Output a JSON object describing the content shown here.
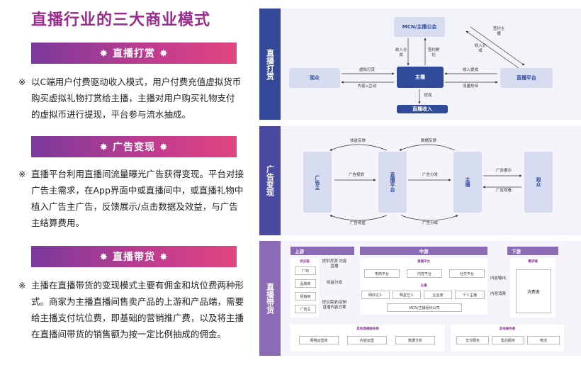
{
  "main_title": "直播行业的三大商业模式",
  "sections": [
    {
      "title": "✸ 直播打赏 ✸",
      "mark": "※",
      "text": "以C端用户付费驱动收入模式，用户付费充值虚拟货币购买虚拟礼物打赏给主播，主播对用户购买礼物支付 的虚拟币进行提现，平台参与流水抽成。"
    },
    {
      "title": "✸ 广告变现 ✸",
      "mark": "※",
      "text": "直播平台利用直播间流量曝光广告获得变现。平台对接广告主需求，在App界面中或直播间中，或直播礼物中植入广告主广告，反馈展示/点击数据及效益，与广告主结算费用。"
    },
    {
      "title": "✸ 直播带货 ✸",
      "mark": "※",
      "text": "主播在直播带货的变现模式主要有佣金和坑位费两种形式。商家为主播直播间售卖产品的上游和产品端，需要给主播支付坑位费，即基础的营销推广费，以及将主播在直播间带货的销售额为按一定比例抽成的佣金。"
    }
  ],
  "colors": {
    "panel1": "#34499a",
    "panel2": "#5a4a9e",
    "panel3": "#8b6bb5",
    "dark_box": "#2f4b9a",
    "light_box": "#d7dcf0"
  },
  "panel1": {
    "label": "直播打赏",
    "mcn": "MCN/主播公会",
    "viewer": "观众",
    "anchor": "主播",
    "platform": "直播平台",
    "income": "直播收入",
    "edges": {
      "mcn_share": "收入分成",
      "mcn_hatch": "签约孵化",
      "platform_sign": "签约主播",
      "platform_share": "收入分成",
      "gift": "虚拟打赏",
      "content": "内容+互动",
      "provide": "收入提成",
      "traffic": "流量扶持",
      "withdraw": "提现"
    }
  },
  "panel2": {
    "label": "广告变现",
    "advertiser": "广告主",
    "platform": "直播平台",
    "anchor": "主播",
    "audience": "观众",
    "edges": {
      "effect": "效益反馈",
      "data": "数据反馈",
      "place": "广告投放",
      "dist": "广告分发",
      "show": "广告展示",
      "watch": "广告观看",
      "income": "广告收益",
      "split": "广告分成"
    }
  },
  "panel3": {
    "label": "直播带货",
    "upstream": "上游",
    "midstream": "中游",
    "downstream": "下游",
    "supply_title": "供应链",
    "supply": [
      "厂商",
      "品牌商",
      "经销商",
      "广告主"
    ],
    "platform_title": "直播平台",
    "platforms": [
      "电商平台",
      "内容平台",
      "社交平台"
    ],
    "anchor_title": "主播",
    "anchors": [
      "网红达人",
      "明星艺人",
      "企业家",
      "个人主播"
    ],
    "mcn": "MCN/主播经纪公司",
    "flow_top": "提供货源\n内容直播",
    "flow_mid": "收益分成",
    "flow_bottom": "提交需求/定制直播内容方案",
    "flow_right": "内容输出",
    "flow_right2": "内容消费",
    "demand_title": "需求端",
    "consumer": "消费者",
    "service_left_title": "其他直播服务商",
    "service_left": [
      "网络运营商",
      "内容运营",
      "数据分析"
    ],
    "service_right_title": "其他服务商",
    "service_right": [
      "支付服务",
      "售后服务",
      "物流"
    ]
  }
}
